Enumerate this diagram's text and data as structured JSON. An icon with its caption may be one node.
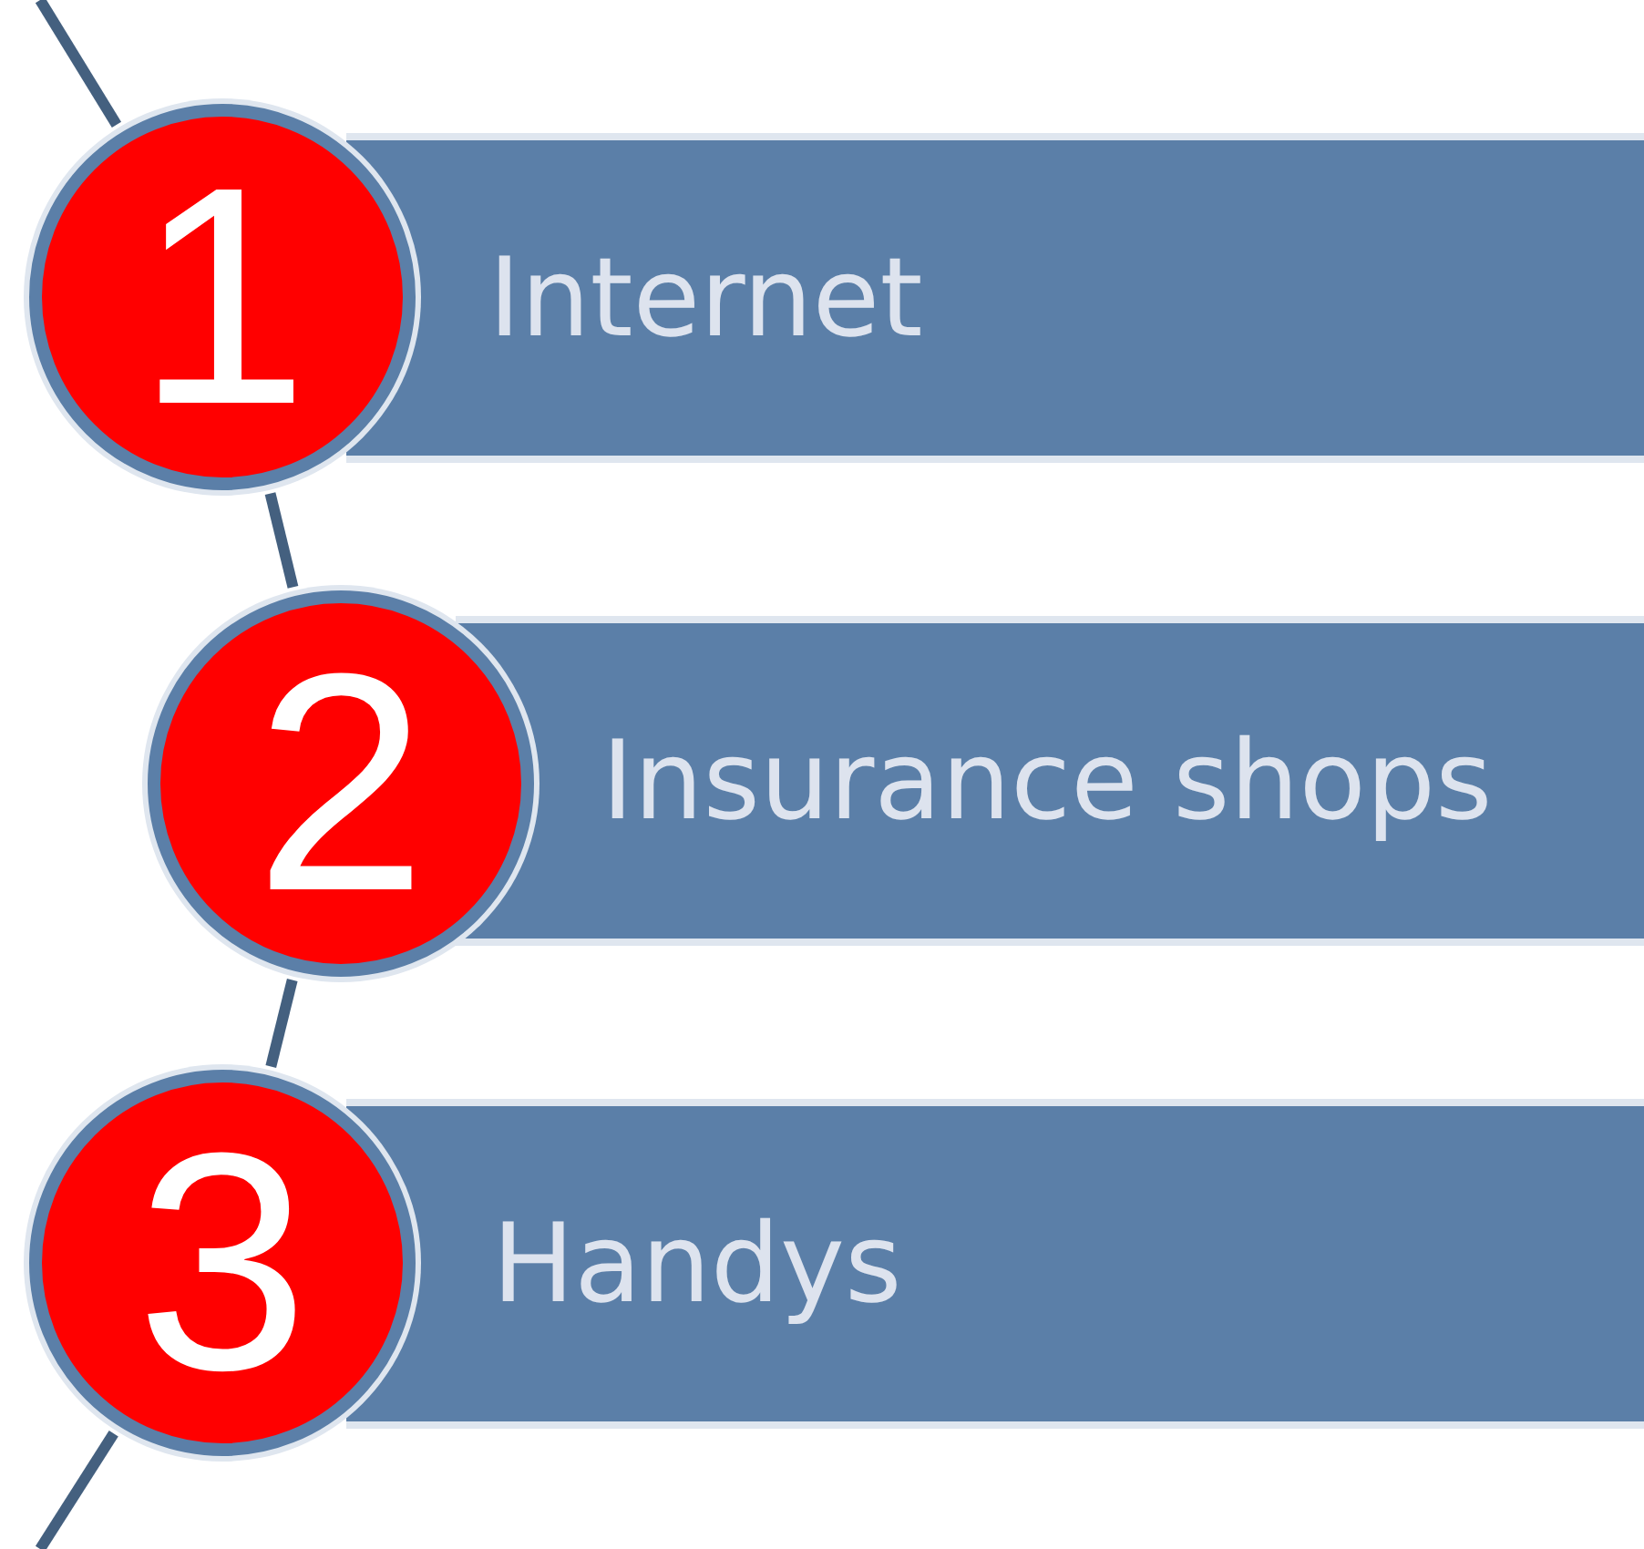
{
  "diagram": {
    "nodes": [
      {
        "text": [
          "1"
        ]
      },
      {
        "text": [
          "Internet"
        ]
      },
      {
        "text": [
          "2"
        ]
      },
      {
        "text": [
          "Insurance shops"
        ]
      },
      {
        "text": [
          "3"
        ]
      },
      {
        "text": [
          "Handys"
        ]
      }
    ],
    "edges": [
      {
        "from": null,
        "to": 0,
        "arrow": "none"
      },
      {
        "from": 0,
        "to": 2,
        "arrow": "none"
      },
      {
        "from": 2,
        "to": 4,
        "arrow": "none"
      },
      {
        "from": 4,
        "to": null,
        "arrow": "none"
      }
    ]
  }
}
